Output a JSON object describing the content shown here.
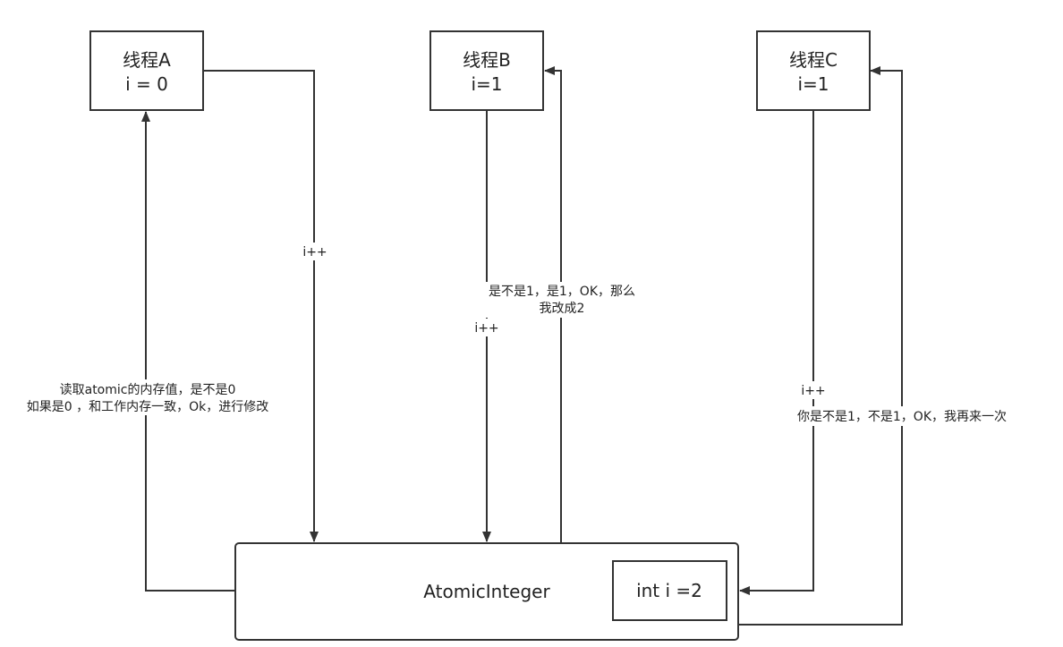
{
  "nodes": {
    "thread_a": {
      "title": "线程A",
      "value": "i = 0"
    },
    "thread_b": {
      "title": "线程B",
      "value": "i=1"
    },
    "thread_c": {
      "title": "线程C",
      "value": "i=1"
    },
    "atomic": {
      "label": "AtomicInteger",
      "inner": "int i =2"
    }
  },
  "edges": {
    "a_increment": "i++",
    "a_read_line1": "读取atomic的内存值，是不是0",
    "a_read_line2": "如果是0 ，和工作内存一致，Ok，进行修改",
    "b_check_line1": "是不是1，是1，OK，那么",
    "b_check_line2": "我改成2",
    "b_increment": "i++",
    "c_increment": "i++",
    "c_retry": "你是不是1，不是1，OK，我再来一次"
  }
}
